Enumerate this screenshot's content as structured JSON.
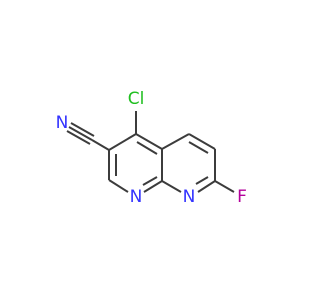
{
  "molecule": {
    "atoms": {
      "cl": {
        "label": "Cl",
        "element": "Cl",
        "color": "#1fbf1f"
      },
      "n_nitrile": {
        "label": "N",
        "element": "N",
        "color": "#3333ff"
      },
      "n_ring_left": {
        "label": "N",
        "element": "N",
        "color": "#3333ff"
      },
      "n_ring_right": {
        "label": "N",
        "element": "N",
        "color": "#3333ff"
      },
      "f": {
        "label": "F",
        "element": "F",
        "color": "#b3009b"
      }
    },
    "bond_color": "#3c3c3c"
  }
}
